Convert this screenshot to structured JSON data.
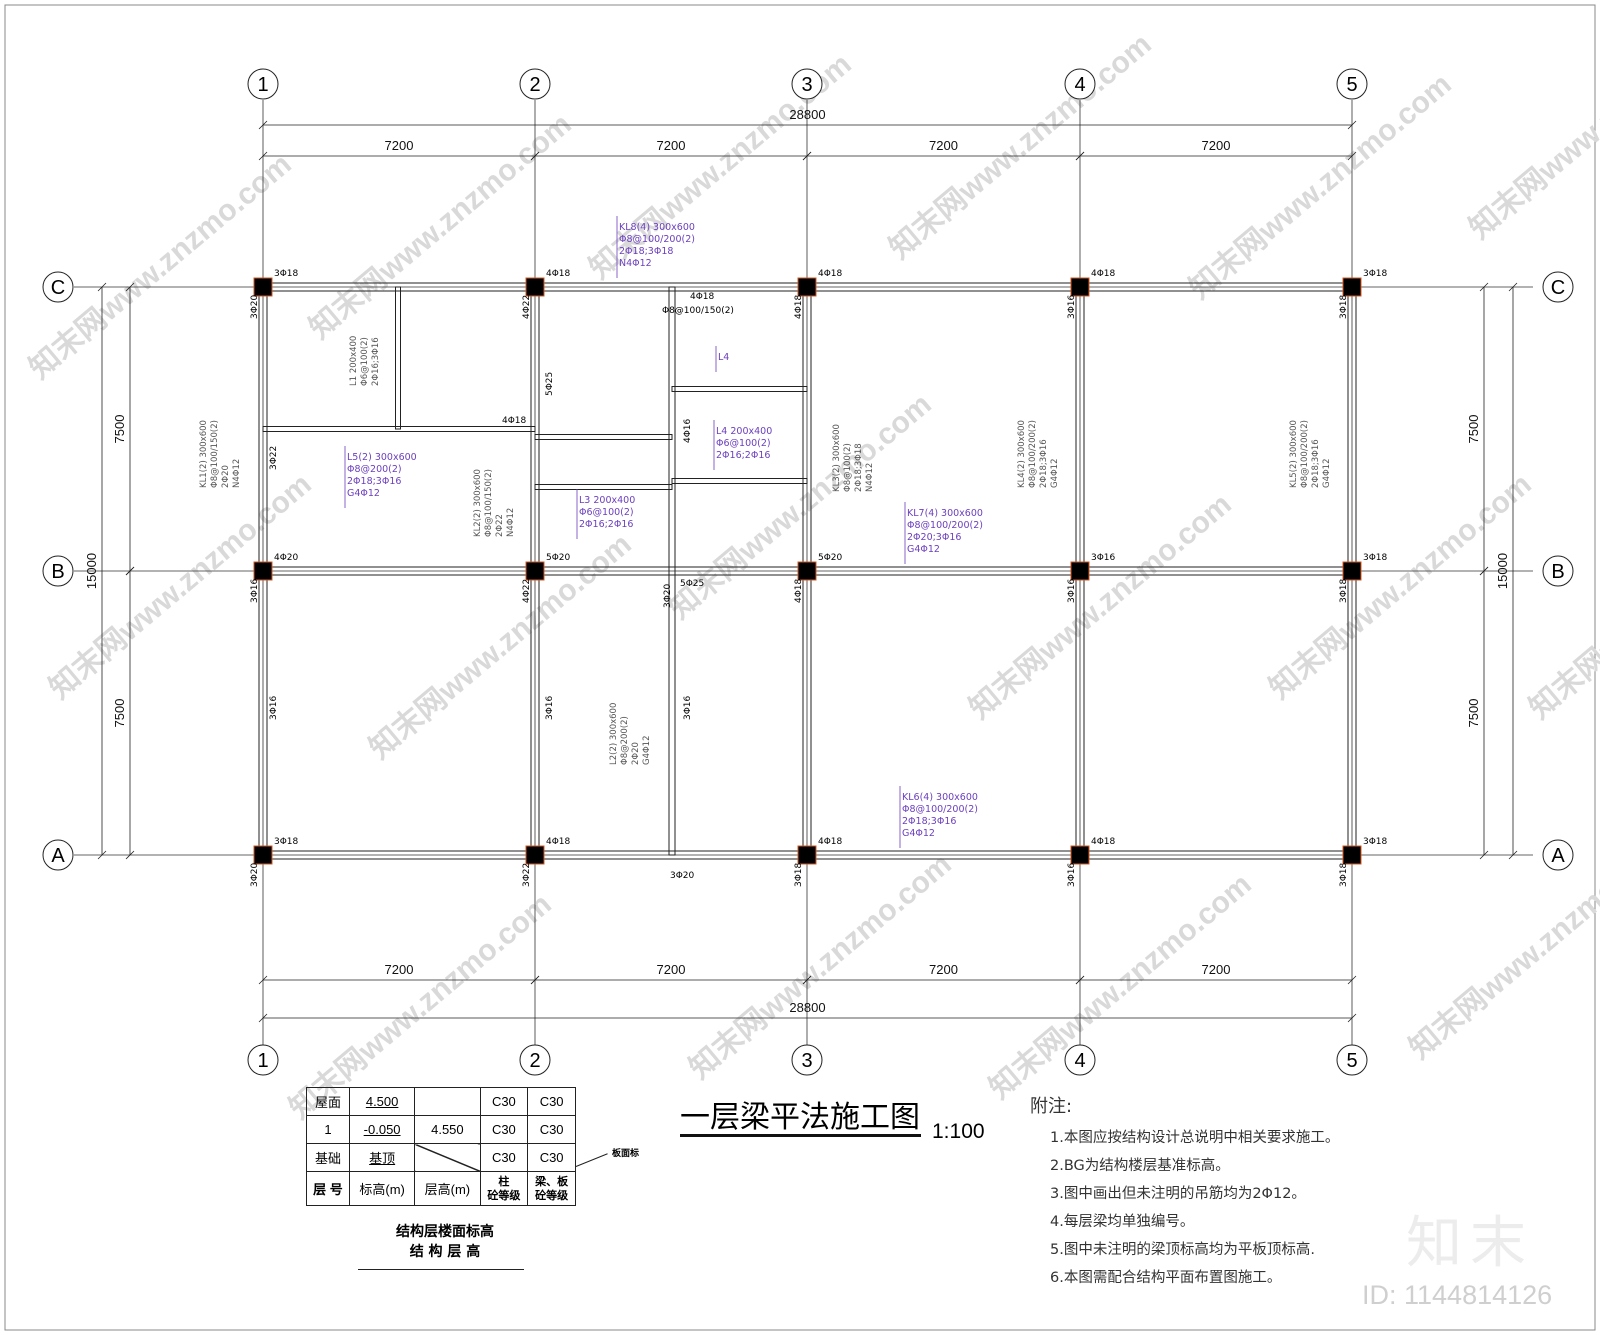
{
  "drawing": {
    "grid_cols": [
      "1",
      "2",
      "3",
      "4",
      "5"
    ],
    "grid_rows": [
      "C",
      "B",
      "A"
    ],
    "overall_width": "28800",
    "bay_widths": [
      "7200",
      "7200",
      "7200",
      "7200"
    ],
    "overall_depth": "15000",
    "bay_depths": [
      "7500",
      "7500"
    ],
    "node_rebar": [
      {
        "id": "c1",
        "top": "3Φ18",
        "side": "3Φ20"
      },
      {
        "id": "c2",
        "top": "4Φ18",
        "side": "4Φ22"
      },
      {
        "id": "c3",
        "top": "4Φ18",
        "side": "4Φ18"
      },
      {
        "id": "c4",
        "top": "4Φ18",
        "side": "3Φ16"
      },
      {
        "id": "c5",
        "top": "3Φ18",
        "side": "3Φ18"
      },
      {
        "id": "b1",
        "top": "4Φ20",
        "side": "3Φ16"
      },
      {
        "id": "b2",
        "top": "5Φ20",
        "side": "4Φ22"
      },
      {
        "id": "b3",
        "top": "5Φ20",
        "side": "4Φ18"
      },
      {
        "id": "b4",
        "top": "3Φ16",
        "side": "3Φ16"
      },
      {
        "id": "b5",
        "top": "3Φ18",
        "side": "3Φ18"
      },
      {
        "id": "a1",
        "top": "3Φ18",
        "side": "3Φ20"
      },
      {
        "id": "a2",
        "top": "4Φ18",
        "side": "3Φ22"
      },
      {
        "id": "a3",
        "top": "4Φ18",
        "side": "3Φ18"
      },
      {
        "id": "a4",
        "top": "4Φ18",
        "side": "3Φ16"
      },
      {
        "id": "a5",
        "top": "3Φ18",
        "side": "3Φ18"
      }
    ],
    "extra_tags": [
      "3Φ22",
      "4Φ18",
      "5Φ25",
      "4Φ18",
      "4Φ16",
      "Φ8@100/150(2)",
      "3Φ20",
      "5Φ25",
      "3Φ20",
      "3Φ16",
      "3Φ16",
      "3Φ16"
    ],
    "beams_purple": [
      [
        "KL8(4) 300x600",
        "Φ8@100/200(2)",
        "2Φ18;3Φ18",
        "N4Φ12"
      ],
      [
        "L5(2) 300x600",
        "Φ8@200(2)",
        "2Φ18;3Φ16",
        "G4Φ12"
      ],
      [
        "L3 200x400",
        "Φ6@100(2)",
        "2Φ16;2Φ16"
      ],
      [
        "L4 200x400",
        "Φ6@100(2)",
        "2Φ16;2Φ16"
      ],
      [
        "KL7(4) 300x600",
        "Φ8@100/200(2)",
        "2Φ20;3Φ16",
        "G4Φ12"
      ],
      [
        "KL6(4) 300x600",
        "Φ8@100/200(2)",
        "2Φ18;3Φ16",
        "G4Φ12"
      ],
      [
        "L4"
      ]
    ],
    "beams_gray": [
      [
        "L1 200x400",
        "Φ6@100(2)",
        "2Φ16;3Φ16"
      ],
      [
        "KL1(2) 300x600",
        "Φ8@100/150(2)",
        "2Φ20",
        "N4Φ12"
      ],
      [
        "KL2(2) 300x600",
        "Φ8@100/150(2)",
        "2Φ22",
        "N4Φ12"
      ],
      [
        "KL3(2) 300x600",
        "Φ8@100(2)",
        "2Φ18;3Φ18",
        "N4Φ12"
      ],
      [
        "KL4(2) 300x600",
        "Φ8@100/200(2)",
        "2Φ18;3Φ16",
        "G4Φ12"
      ],
      [
        "KL5(2) 300x600",
        "Φ8@100/200(2)",
        "2Φ18;3Φ16",
        "G4Φ12"
      ],
      [
        "L2(2) 300x600",
        "Φ8@200(2)",
        "2Φ20",
        "G4Φ12"
      ]
    ],
    "watermark": "知末网www.znzmo.com"
  },
  "legend_table": {
    "rows": [
      [
        "屋面",
        "4.500",
        "",
        "C30",
        "C30"
      ],
      [
        "1",
        "-0.050",
        "4.550",
        "C30",
        "C30"
      ],
      [
        "基础",
        "基顶",
        "",
        "C30",
        "C30"
      ]
    ],
    "header": [
      "层 号",
      "标高(m)",
      "层高(m)",
      "柱\n砼等级",
      "梁、板\n砼等级"
    ],
    "callout": "板面标",
    "caption1": "结构层楼面标高",
    "caption2": "结 构 层 高"
  },
  "title": {
    "text": "一层梁平法施工图",
    "scale": "1:100"
  },
  "notes": {
    "title": "附注:",
    "items": [
      "1.本图应按结构设计总说明中相关要求施工。",
      "2.BG为结构楼层基准标高。",
      "3.图中画出但未注明的吊筋均为2Φ12。",
      "4.每层梁均单独编号。",
      "5.图中未注明的梁顶标高均为平板顶标高.",
      "6.本图需配合结构平面布置图施工。"
    ]
  },
  "brand": {
    "logo": "知末",
    "id": "ID: 1144814126"
  }
}
